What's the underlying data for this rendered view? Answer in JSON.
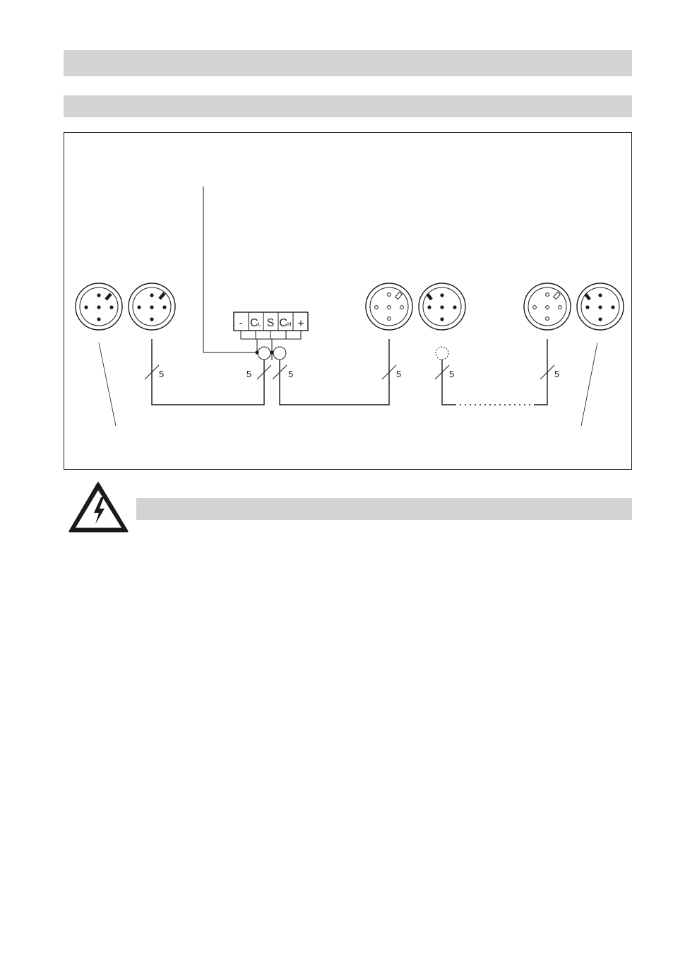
{
  "diagram": {
    "terminal_block": {
      "labels": [
        "-",
        "C",
        "S",
        "C",
        "+"
      ],
      "subscripts": [
        "",
        "L",
        "",
        "H",
        ""
      ]
    },
    "bus_line_count": "5"
  },
  "icons": {
    "warning": "high-voltage-warning-icon"
  },
  "colors": {
    "header_bar": "#d3d3d3",
    "line": "#1a1a1a"
  }
}
